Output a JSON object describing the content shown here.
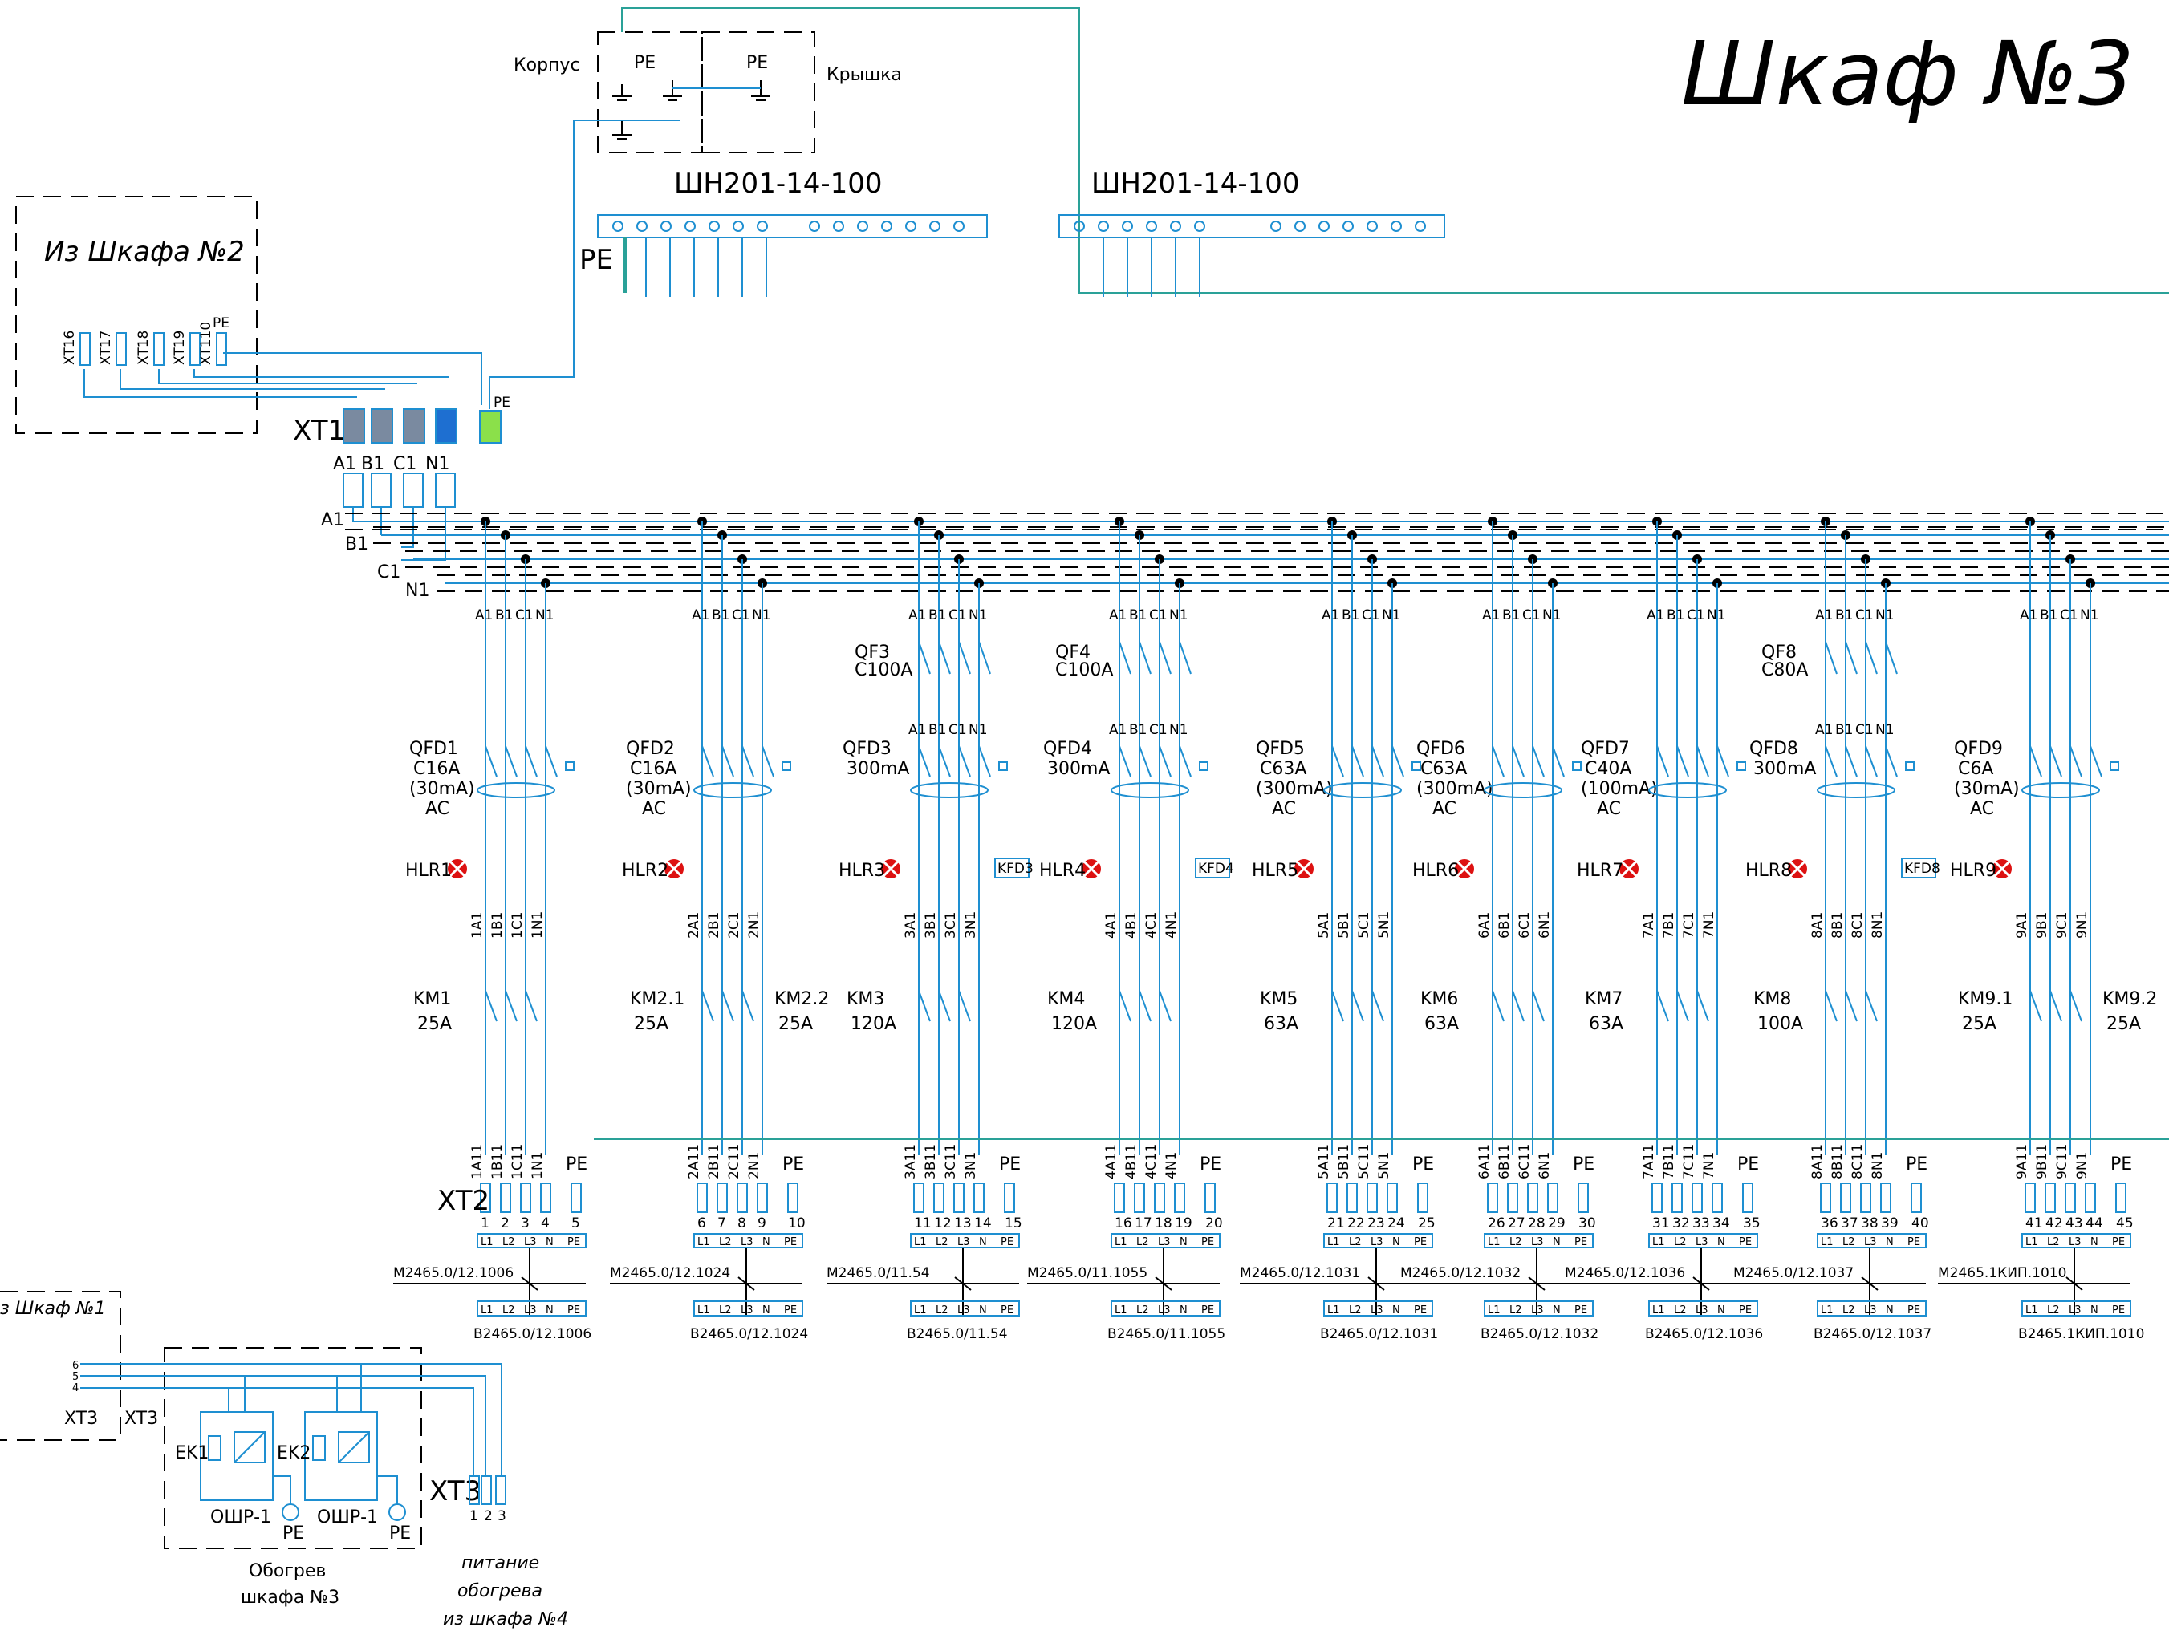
{
  "title": "Шкаф №3",
  "top": {
    "korpus": "Корпус",
    "kryshka": "Крышка",
    "pe": "PE",
    "busbars": [
      "ШН201-14-100",
      "ШН201-14-100"
    ]
  },
  "from_cab2": {
    "label": "Из Шкафа №2",
    "terminals": [
      "XT16",
      "XT17",
      "XT18",
      "XT19",
      "XT110"
    ],
    "pe": "PE"
  },
  "xt1": {
    "label": "XT1",
    "terms": [
      "A1",
      "B1",
      "C1",
      "N1"
    ],
    "pe": "PE"
  },
  "buses": [
    "A1",
    "B1",
    "C1",
    "N1"
  ],
  "phase_labels": [
    "A1",
    "B1",
    "C1",
    "N1"
  ],
  "feeders": [
    {
      "qf": "",
      "qfr": "",
      "qfd": "QFD1",
      "qfd1": "C16A",
      "qfd2": "(30mA)",
      "qfd3": "AC",
      "hlr": "HLR1",
      "kfd": "",
      "km": [
        "KM1"
      ],
      "kmr": [
        "25A"
      ],
      "wires": [
        "1A1",
        "1B1",
        "1C1",
        "1N1"
      ],
      "out": [
        "1A11",
        "1B11",
        "1C11",
        "1N1"
      ],
      "nums": [
        "1",
        "2",
        "3",
        "4",
        "5"
      ],
      "m": "М2465.0/12.1006",
      "b": "В2465.0/12.1006"
    },
    {
      "qf": "",
      "qfr": "",
      "qfd": "QFD2",
      "qfd1": "C16A",
      "qfd2": "(30mA)",
      "qfd3": "AC",
      "hlr": "HLR2",
      "kfd": "",
      "km": [
        "KM2.1",
        "KM2.2"
      ],
      "kmr": [
        "25A",
        "25A"
      ],
      "wires": [
        "2A1",
        "2B1",
        "2C1",
        "2N1"
      ],
      "out": [
        "2A11",
        "2B11",
        "2C11",
        "2N1"
      ],
      "nums": [
        "6",
        "7",
        "8",
        "9",
        "10"
      ],
      "m": "М2465.0/12.1024",
      "b": "В2465.0/12.1024"
    },
    {
      "qf": "QF3",
      "qfr": "C100A",
      "qfd": "QFD3",
      "qfd1": "300mA",
      "qfd2": "",
      "qfd3": "",
      "hlr": "HLR3",
      "kfd": "KFD3",
      "km": [
        "KM3"
      ],
      "kmr": [
        "120A"
      ],
      "wires": [
        "3A1",
        "3B1",
        "3C1",
        "3N1"
      ],
      "out": [
        "3A11",
        "3B11",
        "3C11",
        "3N1"
      ],
      "nums": [
        "11",
        "12",
        "13",
        "14",
        "15"
      ],
      "m": "М2465.0/11.54",
      "b": "В2465.0/11.54"
    },
    {
      "qf": "QF4",
      "qfr": "C100A",
      "qfd": "QFD4",
      "qfd1": "300mA",
      "qfd2": "",
      "qfd3": "",
      "hlr": "HLR4",
      "kfd": "KFD4",
      "km": [
        "KM4"
      ],
      "kmr": [
        "120A"
      ],
      "wires": [
        "4A1",
        "4B1",
        "4C1",
        "4N1"
      ],
      "out": [
        "4A11",
        "4B11",
        "4C11",
        "4N1"
      ],
      "nums": [
        "16",
        "17",
        "18",
        "19",
        "20"
      ],
      "m": "М2465.0/11.1055",
      "b": "В2465.0/11.1055"
    },
    {
      "qf": "",
      "qfr": "",
      "qfd": "QFD5",
      "qfd1": "C63A",
      "qfd2": "(300mA)",
      "qfd3": "AC",
      "hlr": "HLR5",
      "kfd": "",
      "km": [
        "KM5"
      ],
      "kmr": [
        "63A"
      ],
      "wires": [
        "5A1",
        "5B1",
        "5C1",
        "5N1"
      ],
      "out": [
        "5A11",
        "5B11",
        "5C11",
        "5N1"
      ],
      "nums": [
        "21",
        "22",
        "23",
        "24",
        "25"
      ],
      "m": "М2465.0/12.1031",
      "b": "В2465.0/12.1031"
    },
    {
      "qf": "",
      "qfr": "",
      "qfd": "QFD6",
      "qfd1": "C63A",
      "qfd2": "(300mA)",
      "qfd3": "AC",
      "hlr": "HLR6",
      "kfd": "",
      "km": [
        "KM6"
      ],
      "kmr": [
        "63A"
      ],
      "wires": [
        "6A1",
        "6B1",
        "6C1",
        "6N1"
      ],
      "out": [
        "6A11",
        "6B11",
        "6C11",
        "6N1"
      ],
      "nums": [
        "26",
        "27",
        "28",
        "29",
        "30"
      ],
      "m": "М2465.0/12.1032",
      "b": "В2465.0/12.1032"
    },
    {
      "qf": "",
      "qfr": "",
      "qfd": "QFD7",
      "qfd1": "C40A",
      "qfd2": "(100mA)",
      "qfd3": "AC",
      "hlr": "HLR7",
      "kfd": "",
      "km": [
        "KM7"
      ],
      "kmr": [
        "63A"
      ],
      "wires": [
        "7A1",
        "7B1",
        "7C1",
        "7N1"
      ],
      "out": [
        "7A11",
        "7B11",
        "7C11",
        "7N1"
      ],
      "nums": [
        "31",
        "32",
        "33",
        "34",
        "35"
      ],
      "m": "М2465.0/12.1036",
      "b": "В2465.0/12.1036"
    },
    {
      "qf": "QF8",
      "qfr": "C80A",
      "qfd": "QFD8",
      "qfd1": "300mA",
      "qfd2": "",
      "qfd3": "",
      "hlr": "HLR8",
      "kfd": "KFD8",
      "km": [
        "KM8"
      ],
      "kmr": [
        "100A"
      ],
      "wires": [
        "8A1",
        "8B1",
        "8C1",
        "8N1"
      ],
      "out": [
        "8A11",
        "8B11",
        "8C11",
        "8N1"
      ],
      "nums": [
        "36",
        "37",
        "38",
        "39",
        "40"
      ],
      "m": "М2465.0/12.1037",
      "b": "В2465.0/12.1037"
    },
    {
      "qf": "",
      "qfr": "",
      "qfd": "QFD9",
      "qfd1": "C6A",
      "qfd2": "(30mA)",
      "qfd3": "AC",
      "hlr": "HLR9",
      "kfd": "",
      "km": [
        "KM9.1",
        "KM9.2"
      ],
      "kmr": [
        "25A",
        "25A"
      ],
      "wires": [
        "9A1",
        "9B1",
        "9C1",
        "9N1"
      ],
      "out": [
        "9A11",
        "9B11",
        "9C11",
        "9N1"
      ],
      "nums": [
        "41",
        "42",
        "43",
        "44",
        "45"
      ],
      "m": "М2465.1КИП.1010",
      "b": "В2465.1КИП.1010"
    }
  ],
  "xt2": {
    "label": "XT2",
    "pe": "PE",
    "sub": [
      "L1",
      "L2",
      "L3",
      "N",
      "PE"
    ]
  },
  "heating": {
    "from_cab1": "з Шкаф №1",
    "xt3_left": "XT3",
    "xt3_right": "XT3",
    "ek1": "EK1",
    "ek2": "EK2",
    "oshr1": "ОШР-1",
    "oshr2": "ОШР-1",
    "pe1": "PE",
    "pe2": "PE",
    "caption1": "Обогрев",
    "caption2": "шкафа №3",
    "xt3": "XT3",
    "xt3_nums": [
      "1",
      "2",
      "3"
    ],
    "pin_nums": [
      "6",
      "5",
      "4"
    ],
    "power1": "питание",
    "power2": "обогрева",
    "power3": "из шкафа №4"
  }
}
